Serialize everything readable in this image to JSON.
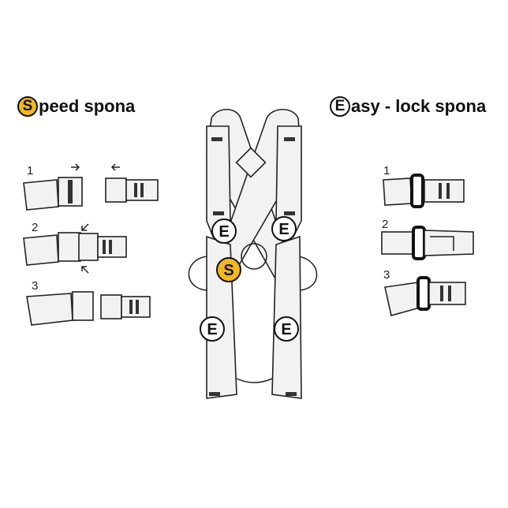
{
  "speed": {
    "badge": "S",
    "rest": "peed spona",
    "steps": [
      "1",
      "2",
      "3"
    ]
  },
  "easy": {
    "badge": "E",
    "rest": "asy - lock spona",
    "steps": [
      "1",
      "2",
      "3"
    ]
  },
  "markers": {
    "e": "E",
    "s": "S"
  },
  "colors": {
    "speed_badge": "#f2b721",
    "outline": "#222222"
  }
}
